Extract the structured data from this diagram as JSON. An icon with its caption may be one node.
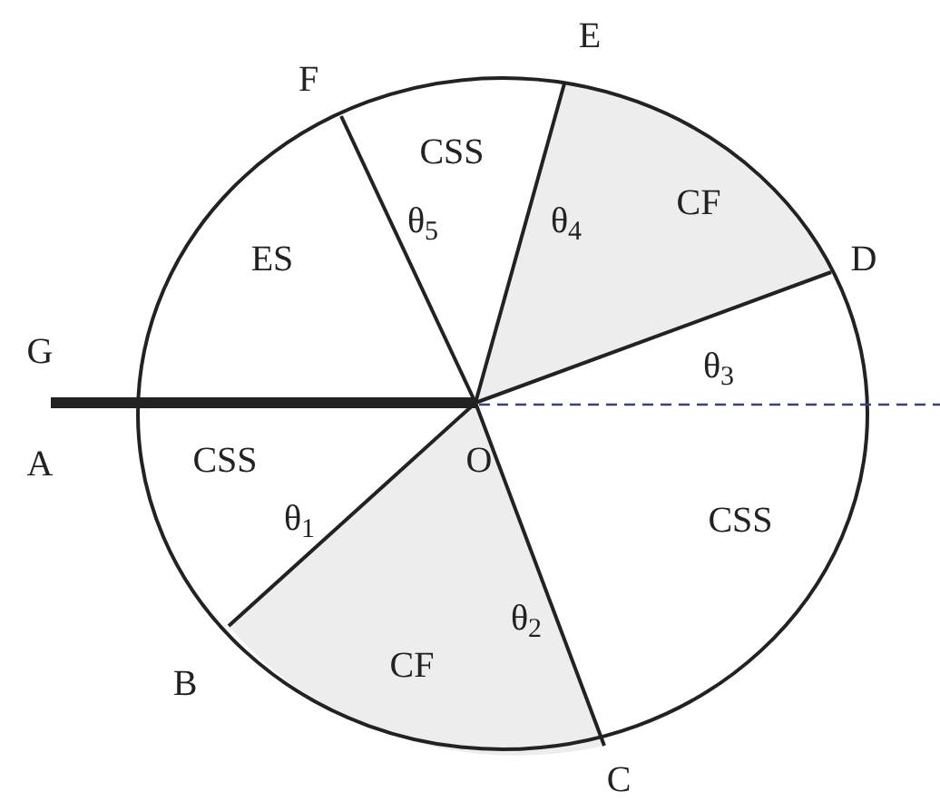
{
  "diagram": {
    "labels": [
      "E",
      "F",
      "CSS",
      "θ$_{5}$",
      "θ$_{4}$",
      "CF",
      "ES",
      "D",
      "θ$_{3}$",
      "G",
      "A",
      "CSS",
      "O",
      "θ$_{1}$",
      "CSS",
      "θ$_{2}$",
      "B",
      "CF",
      "C"
    ]
  }
}
